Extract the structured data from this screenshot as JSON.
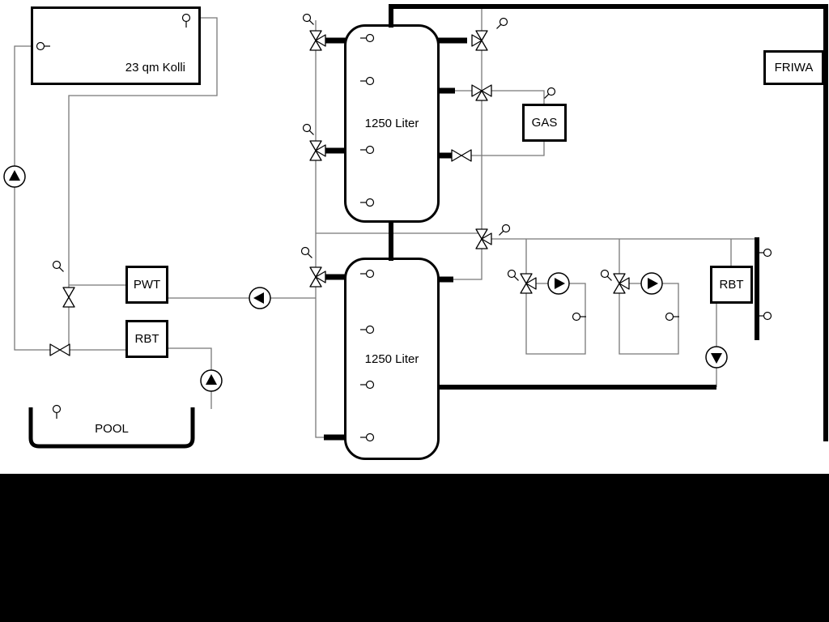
{
  "diagram": {
    "collector": {
      "label": "23 qm Kolli"
    },
    "tank_top": {
      "label": "1250 Liter"
    },
    "tank_bottom": {
      "label": "1250 Liter"
    },
    "gas": {
      "label": "GAS"
    },
    "friwa": {
      "label": "FRIWA"
    },
    "pwt": {
      "label": "PWT"
    },
    "rbt_left": {
      "label": "RBT"
    },
    "rbt_right": {
      "label": "RBT"
    },
    "pool": {
      "label": "POOL"
    },
    "colors": {
      "pipe_main": "#000000",
      "pipe_thin": "#787878",
      "background": "#ffffff",
      "letterbox": "#000000",
      "symbol_fill": "#ffffff"
    }
  }
}
